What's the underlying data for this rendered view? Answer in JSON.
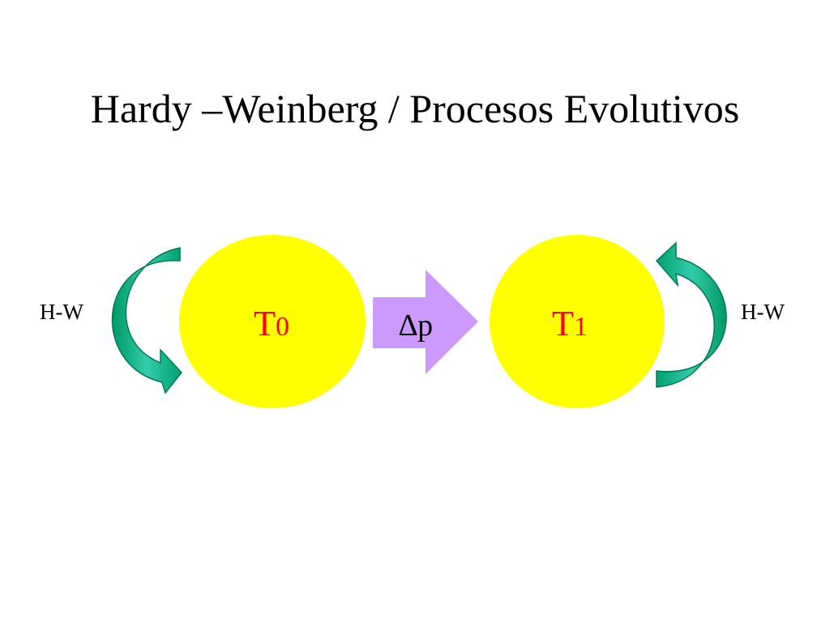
{
  "title": "Hardy –Weinberg / Procesos Evolutivos",
  "nodes": [
    {
      "letter": "T",
      "sub": "0"
    },
    {
      "letter": "T",
      "sub": "1"
    }
  ],
  "transition_label": "∆p",
  "loop_label_left": "H-W",
  "loop_label_right": "H-W",
  "colors": {
    "circle": "#ffff00",
    "node_label": "#ff0000",
    "transition_arrow": "#cc99ff",
    "loop_arrow": "#009966",
    "loop_arrow_highlight": "#33ccaa"
  }
}
